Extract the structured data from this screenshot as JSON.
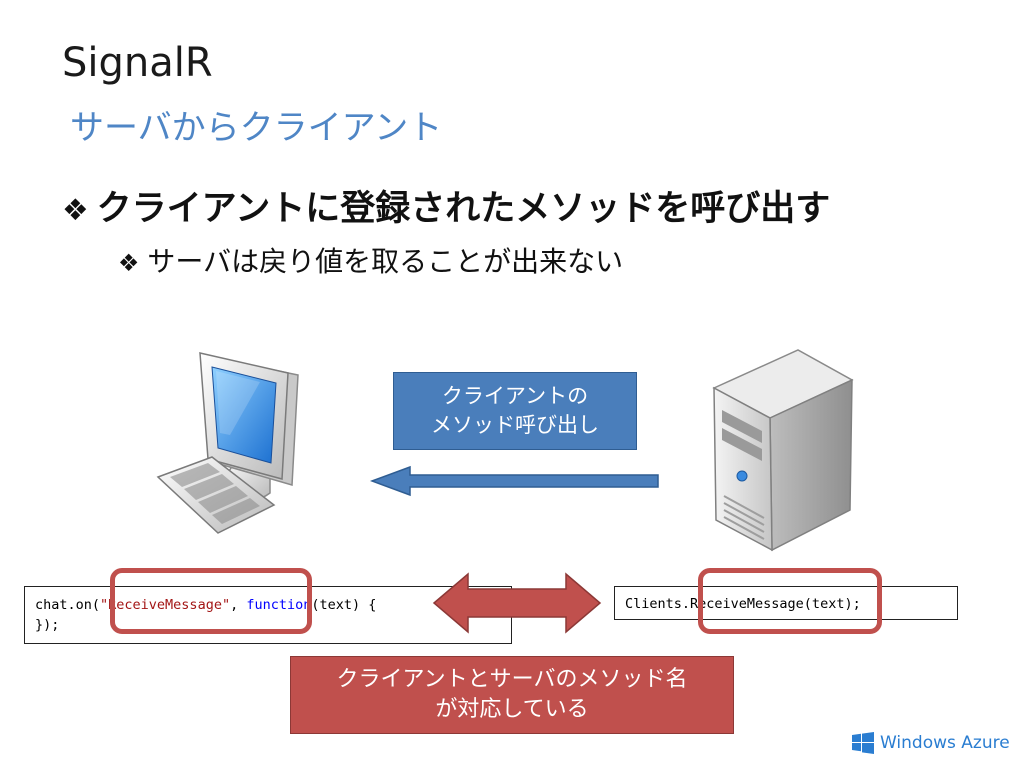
{
  "slide": {
    "title": "SignalR",
    "subtitle": "サーバからクライアント",
    "bullet_glyph": "❖",
    "bullet1": "クライアントに登録されたメソッドを呼び出す",
    "bullet2": "サーバは戻り値を取ることが出来ない"
  },
  "callout_blue": {
    "line1": "クライアントの",
    "line2": "メソッド呼び出し"
  },
  "code_left": {
    "line1_a": "chat.on(",
    "line1_str": "\"ReceiveMessage\"",
    "line1_b": ", ",
    "line1_kw": "function",
    "line1_c": "(text) {",
    "line2": "});"
  },
  "code_right": {
    "line1": "Clients.ReceiveMessage(text);"
  },
  "callout_red": {
    "line1": "クライアントとサーバのメソッド名",
    "line2": "が対応している"
  },
  "logo": {
    "text": "Windows Azure"
  },
  "colors": {
    "subtitle": "#4f86c6",
    "callout_blue": "#4a7ebb",
    "callout_red": "#c0504d",
    "highlight": "#c0504d",
    "arrow_blue": "#4a7ebb",
    "arrow_red": "#c0504d",
    "code_string": "#a31515",
    "code_keyword": "#0000ff",
    "logo": "#2a7dd1"
  },
  "icons": [
    "client-computer-icon",
    "server-tower-icon",
    "left-arrow-icon",
    "double-arrow-icon",
    "windows-logo-icon"
  ]
}
